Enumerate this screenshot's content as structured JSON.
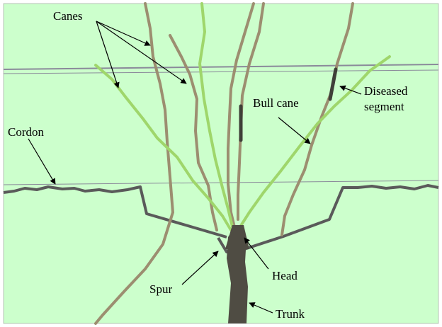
{
  "labels": {
    "canes": "Canes",
    "cordon": "Cordon",
    "bull_cane": "Bull cane",
    "diseased_1": "Diseased",
    "diseased_2": "segment",
    "head": "Head",
    "spur": "Spur",
    "trunk": "Trunk"
  },
  "colors": {
    "background": "#ccffcc",
    "wire": "#8a8a9a",
    "cordon": "#5a5a5a",
    "trunk": "#4f4c43",
    "cane_mature": "#9c8e70",
    "cane_green": "#9fd66b",
    "diseased": "#3f3f38",
    "arrow": "#000000"
  }
}
